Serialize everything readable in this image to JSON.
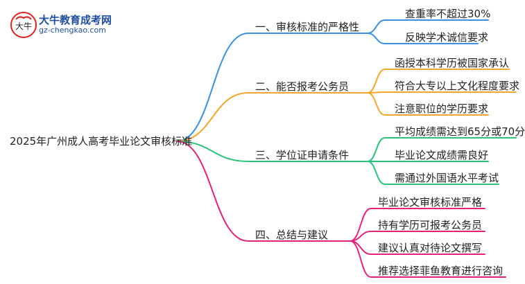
{
  "logo": {
    "title": "大牛教育成考网",
    "url": "gz-chengkao.com",
    "mark_text": "大牛"
  },
  "root": {
    "label": "2025年广州成人高考毕业论文审核标准"
  },
  "branches": [
    {
      "label": "一、审核标准的严格性",
      "color": "#3b8fe0",
      "children": [
        "查重率不超过30%",
        "反映学术诚信要求"
      ]
    },
    {
      "label": "二、能否报考公务员",
      "color": "#f0a72b",
      "children": [
        "函授本科学历被国家承认",
        "符合大专以上文化程度要求",
        "注意职位的学历要求"
      ]
    },
    {
      "label": "三、学位证申请条件",
      "color": "#2cc17a",
      "children": [
        "平均成绩需达到65分或70分",
        "毕业论文成绩需良好",
        "需通过外国语水平考试"
      ]
    },
    {
      "label": "四、总结与建议",
      "color": "#e4217a",
      "children": [
        "毕业论文审核标准严格",
        "持有学历可报考公务员",
        "建议认真对待论文撰写",
        "推荐选择菲鱼教育进行咨询"
      ]
    }
  ]
}
